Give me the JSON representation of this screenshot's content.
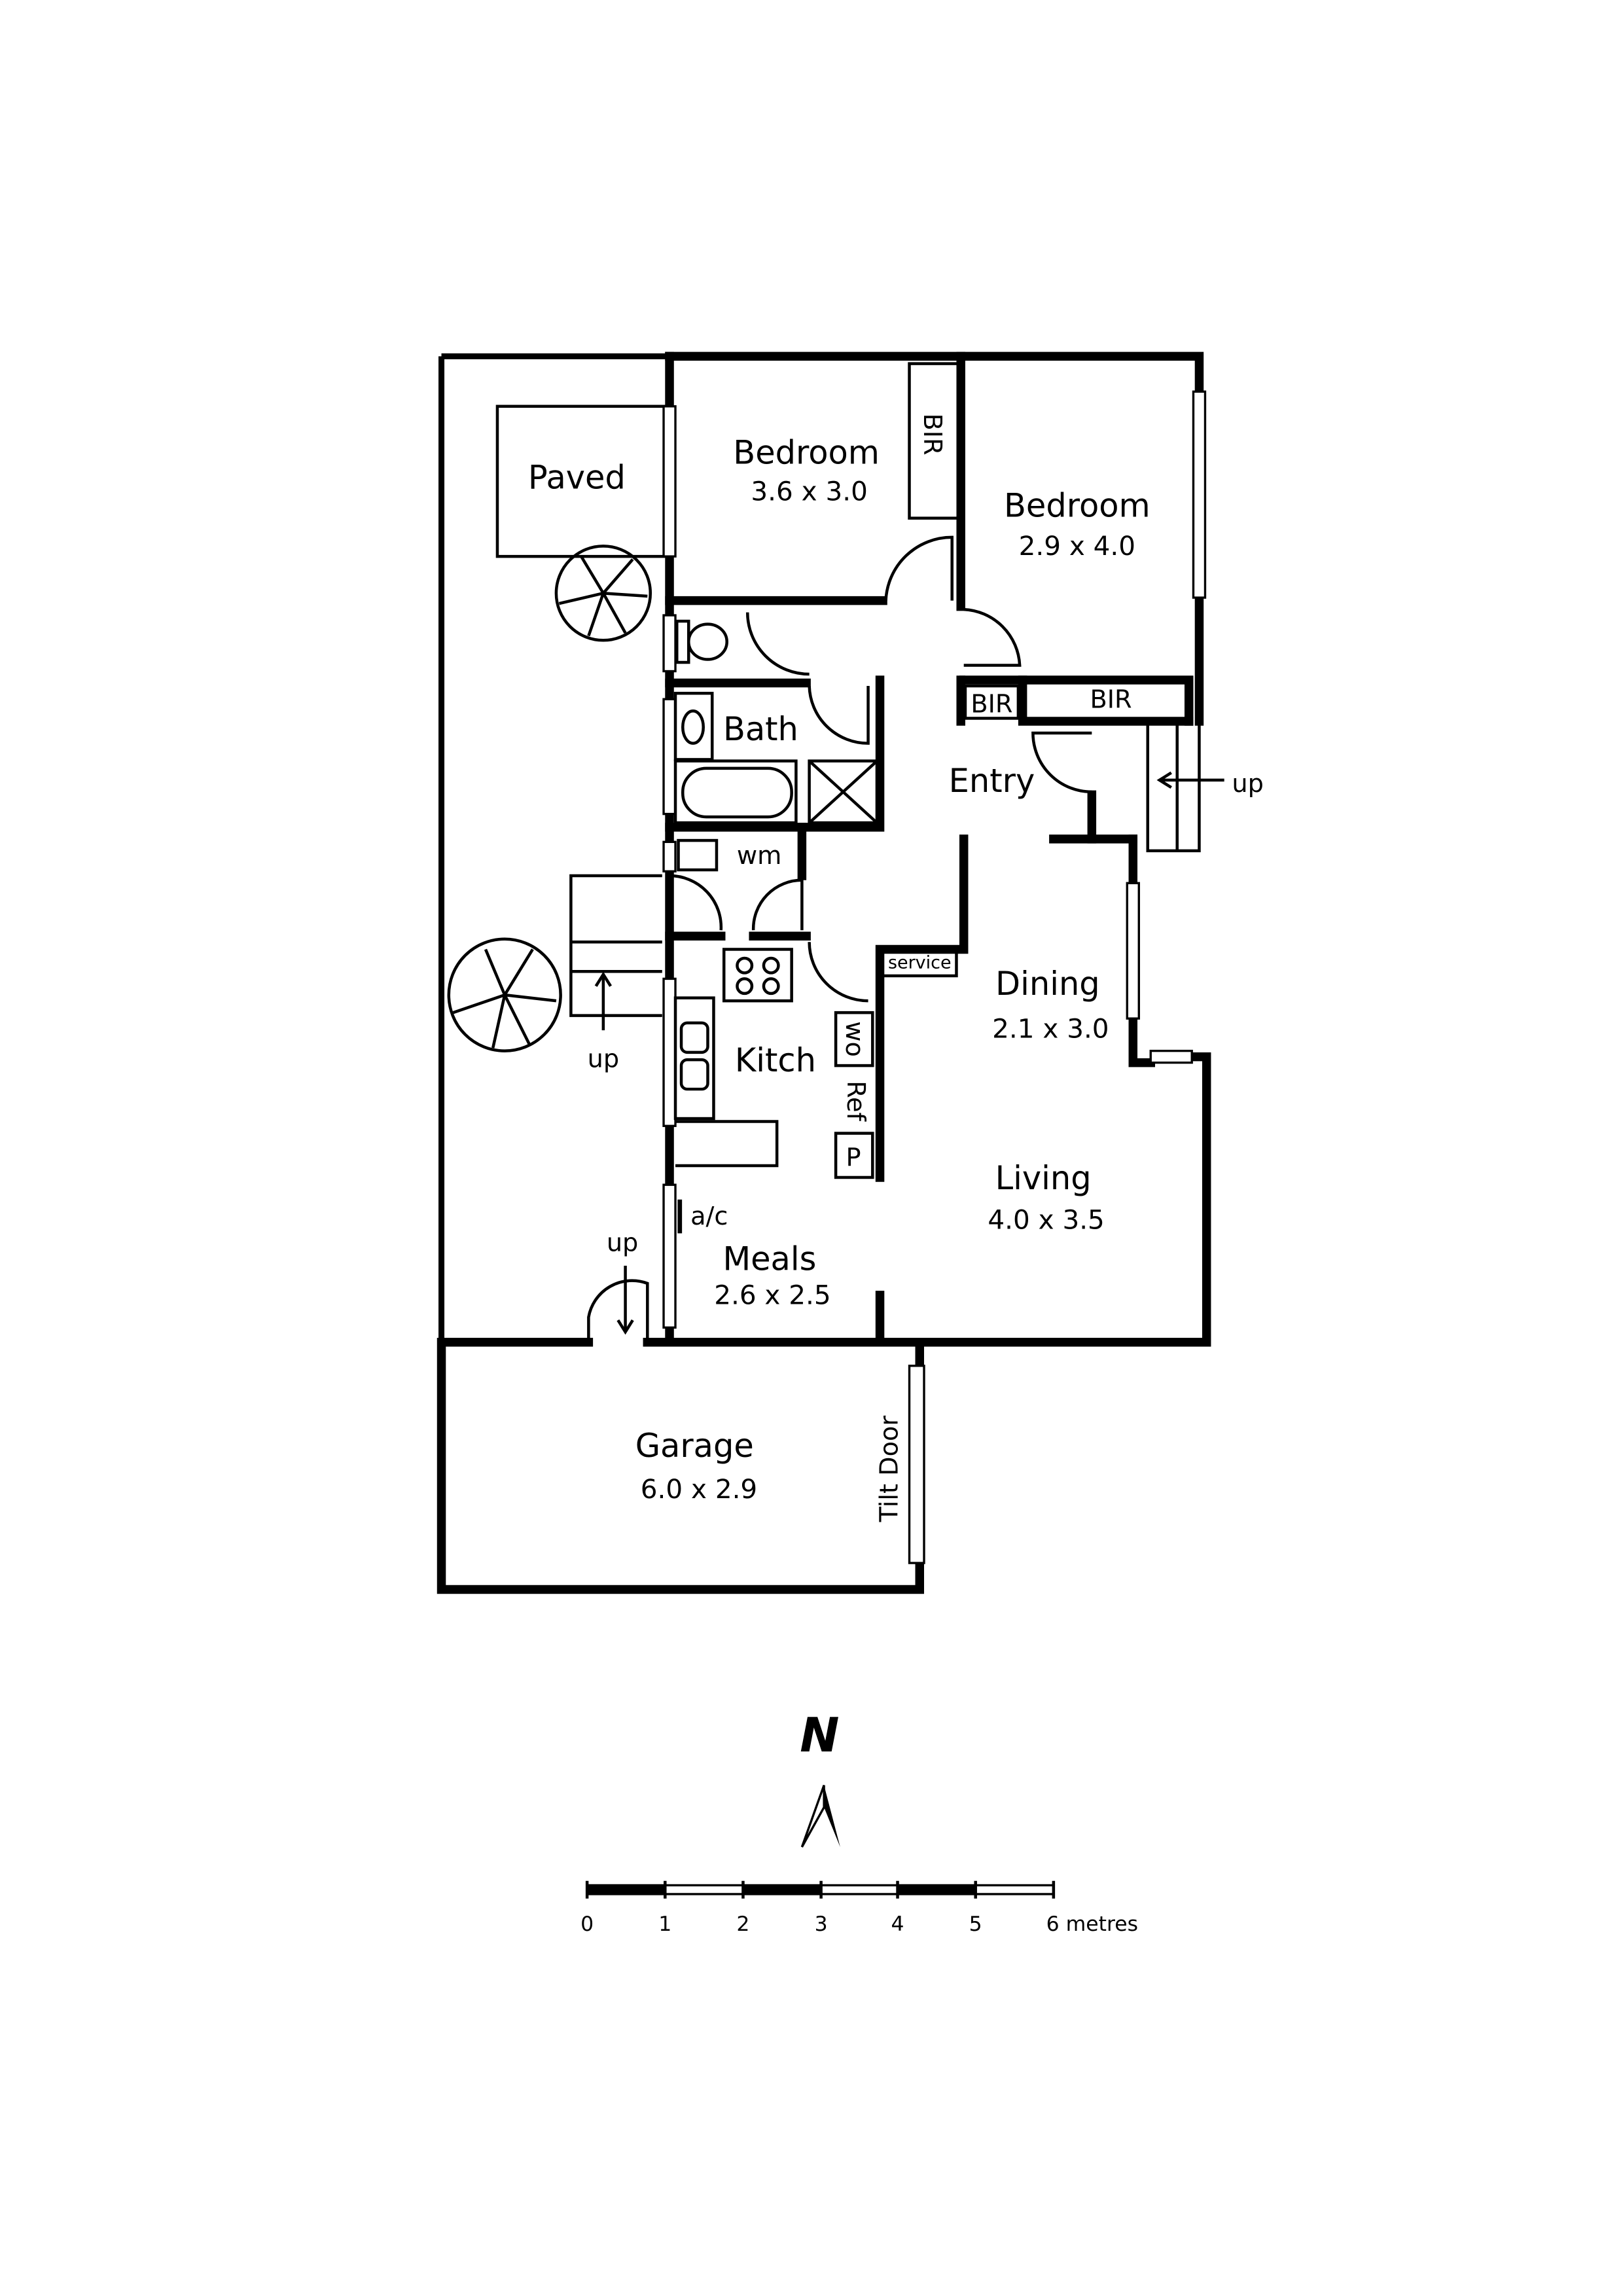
{
  "rooms": {
    "paved": {
      "name": "Paved"
    },
    "bedroom1": {
      "name": "Bedroom",
      "size": "3.6 x 3.0"
    },
    "bedroom2": {
      "name": "Bedroom",
      "size": "2.9 x 4.0"
    },
    "bir1": "BIR",
    "bir2": "BIR",
    "bir3": "BIR",
    "bath": {
      "name": "Bath"
    },
    "entry": {
      "name": "Entry"
    },
    "wm": "wm",
    "service": "service",
    "kitchen": {
      "name": "Kitch"
    },
    "wo": "wo",
    "ref": "Ref",
    "pantry": "P",
    "dining": {
      "name": "Dining",
      "size": "2.1 x 3.0"
    },
    "living": {
      "name": "Living",
      "size": "4.0 x 3.5"
    },
    "meals": {
      "name": "Meals",
      "size": "2.6 x 2.5"
    },
    "ac": "a/c",
    "garage": {
      "name": "Garage",
      "size": "6.0 x 2.9"
    },
    "tilt_door": "Tilt Door"
  },
  "stairs": {
    "up_east": "up",
    "up_west": "up",
    "up_garage": "up"
  },
  "north": {
    "label": "N"
  },
  "scale": {
    "ticks": [
      "0",
      "1",
      "2",
      "3",
      "4",
      "5",
      "6 metres"
    ]
  }
}
